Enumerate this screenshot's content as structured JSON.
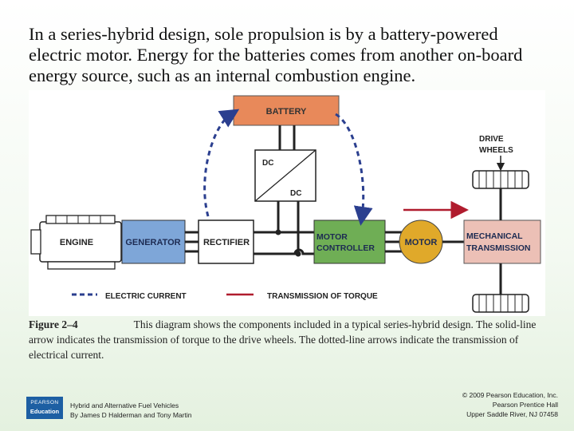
{
  "slide": {
    "title": "In a series-hybrid design, sole propulsion is by a battery-powered electric motor.  Energy for the batteries comes from another on-board energy source, such as an internal combustion engine."
  },
  "diagram": {
    "battery": "BATTERY",
    "dc_top": "DC",
    "dc_bottom": "DC",
    "engine": "ENGINE",
    "generator": "GENERATOR",
    "rectifier": "RECTIFIER",
    "motor_controller": [
      "MOTOR",
      "CONTROLLER"
    ],
    "motor": "MOTOR",
    "mechanical_transmission": [
      "MECHANICAL",
      "TRANSMISSION"
    ],
    "drive_wheels": [
      "DRIVE",
      "WHEELS"
    ],
    "legend_electric": "ELECTRIC CURRENT",
    "legend_torque": "TRANSMISSION OF TORQUE",
    "colors": {
      "battery": "#e8895a",
      "generator": "#7ea6d8",
      "motor_controller": "#6fae55",
      "motor": "#e0a92a",
      "mechanical_transmission": "#ecc0b6",
      "electric_current": "#2b3f8f",
      "torque": "#b01c2e"
    }
  },
  "caption": {
    "figure": "Figure 2–4",
    "text": "This diagram shows the components included in a typical series-hybrid design. The solid-line arrow indicates the transmission of torque to the drive wheels. The dotted-line arrows indicate the transmission of electrical current."
  },
  "footer": {
    "logo_top": "PEARSON",
    "logo_bottom": "Education",
    "book_title": "Hybrid and Alternative Fuel Vehicles",
    "book_authors": "By James D Halderman and Tony Martin",
    "copyright": "© 2009 Pearson Education, Inc.",
    "publisher": "Pearson Prentice Hall",
    "address": "Upper Saddle River, NJ 07458"
  }
}
